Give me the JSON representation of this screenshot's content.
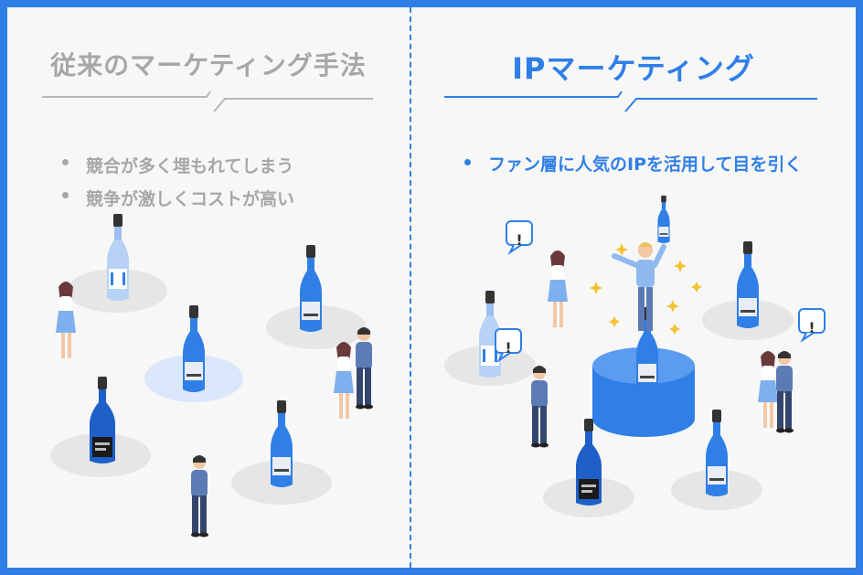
{
  "left": {
    "heading": "従来のマーケティング手法",
    "bullets": [
      "競合が多く埋もれてしまう",
      "競争が激しくコストが高い"
    ]
  },
  "right": {
    "heading": "IPマーケティング",
    "bullets": [
      "ファン層に人気のIPを活用して目を引く"
    ],
    "callout_mark": "!"
  },
  "colors": {
    "frame": "#2f7fe6",
    "accent": "#2f7fe6",
    "muted_text": "#a7a7a7",
    "background": "#f7f7f7"
  }
}
